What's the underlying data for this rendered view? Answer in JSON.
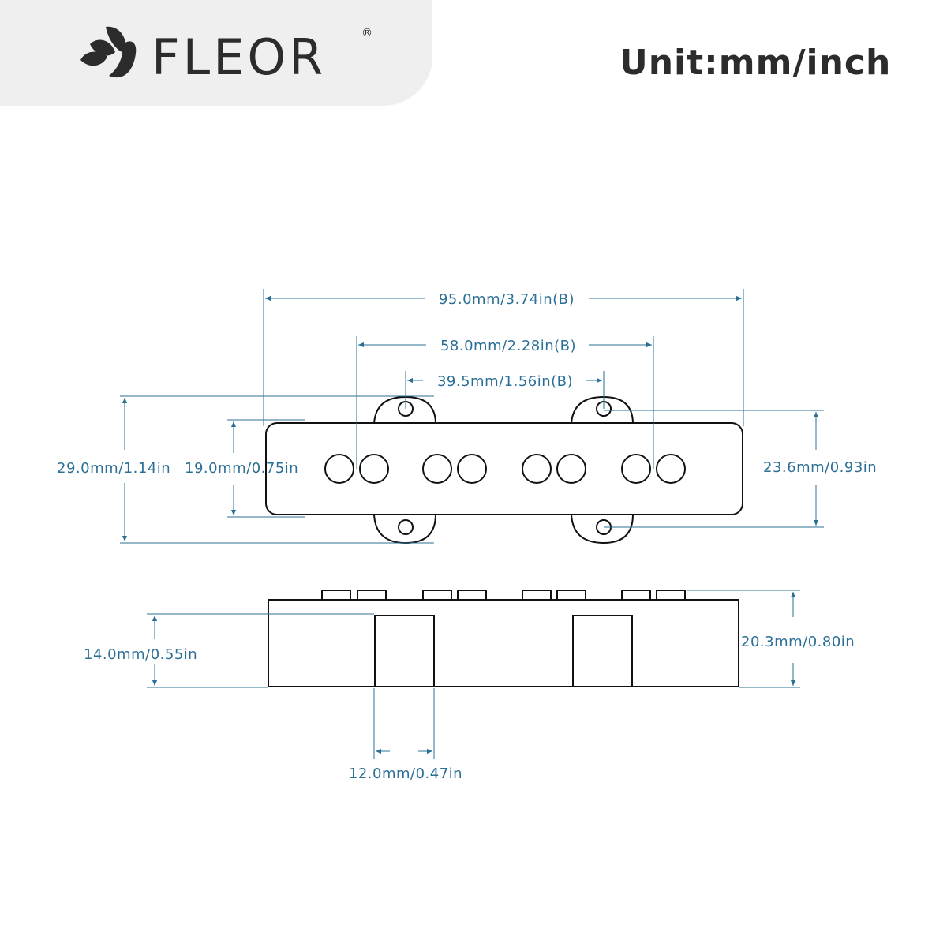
{
  "brand": {
    "name": "FLEOR",
    "registered_mark": "®"
  },
  "header": {
    "unit_label": "Unit:mm/inch"
  },
  "colors": {
    "dimension": "#2b6f96",
    "outline": "#111111",
    "header_band": "#efefef",
    "logo": "#2c2c2c"
  },
  "dimensions": {
    "overall_length": "95.0mm/3.74in(B)",
    "outer_pole_span": "58.0mm/2.28in(B)",
    "mount_hole_spacing": "39.5mm/1.56in(B)",
    "overall_width": "29.0mm/1.14in",
    "body_width": "19.0mm/0.75in",
    "mount_tab_span": "23.6mm/0.93in",
    "body_height": "14.0mm/0.55in",
    "total_height": "20.3mm/0.80in",
    "leg_width": "12.0mm/0.47in"
  },
  "top_view": {
    "pole_piece_count": 8,
    "mount_tab_count": 4
  },
  "side_view": {
    "pole_cap_count": 8,
    "leg_count": 2
  }
}
